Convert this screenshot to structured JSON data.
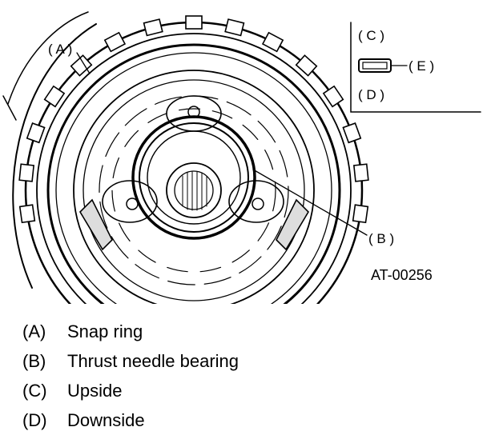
{
  "diagram": {
    "callouts": {
      "a": "( A )",
      "b": "( B )",
      "c": "( C )",
      "d": "( D )",
      "e": "( E )"
    },
    "figure_code": "AT-00256"
  },
  "legend": [
    {
      "key": "(A)",
      "text": "Snap ring"
    },
    {
      "key": "(B)",
      "text": "Thrust needle bearing"
    },
    {
      "key": "(C)",
      "text": "Upside"
    },
    {
      "key": "(D)",
      "text": "Downside"
    }
  ]
}
